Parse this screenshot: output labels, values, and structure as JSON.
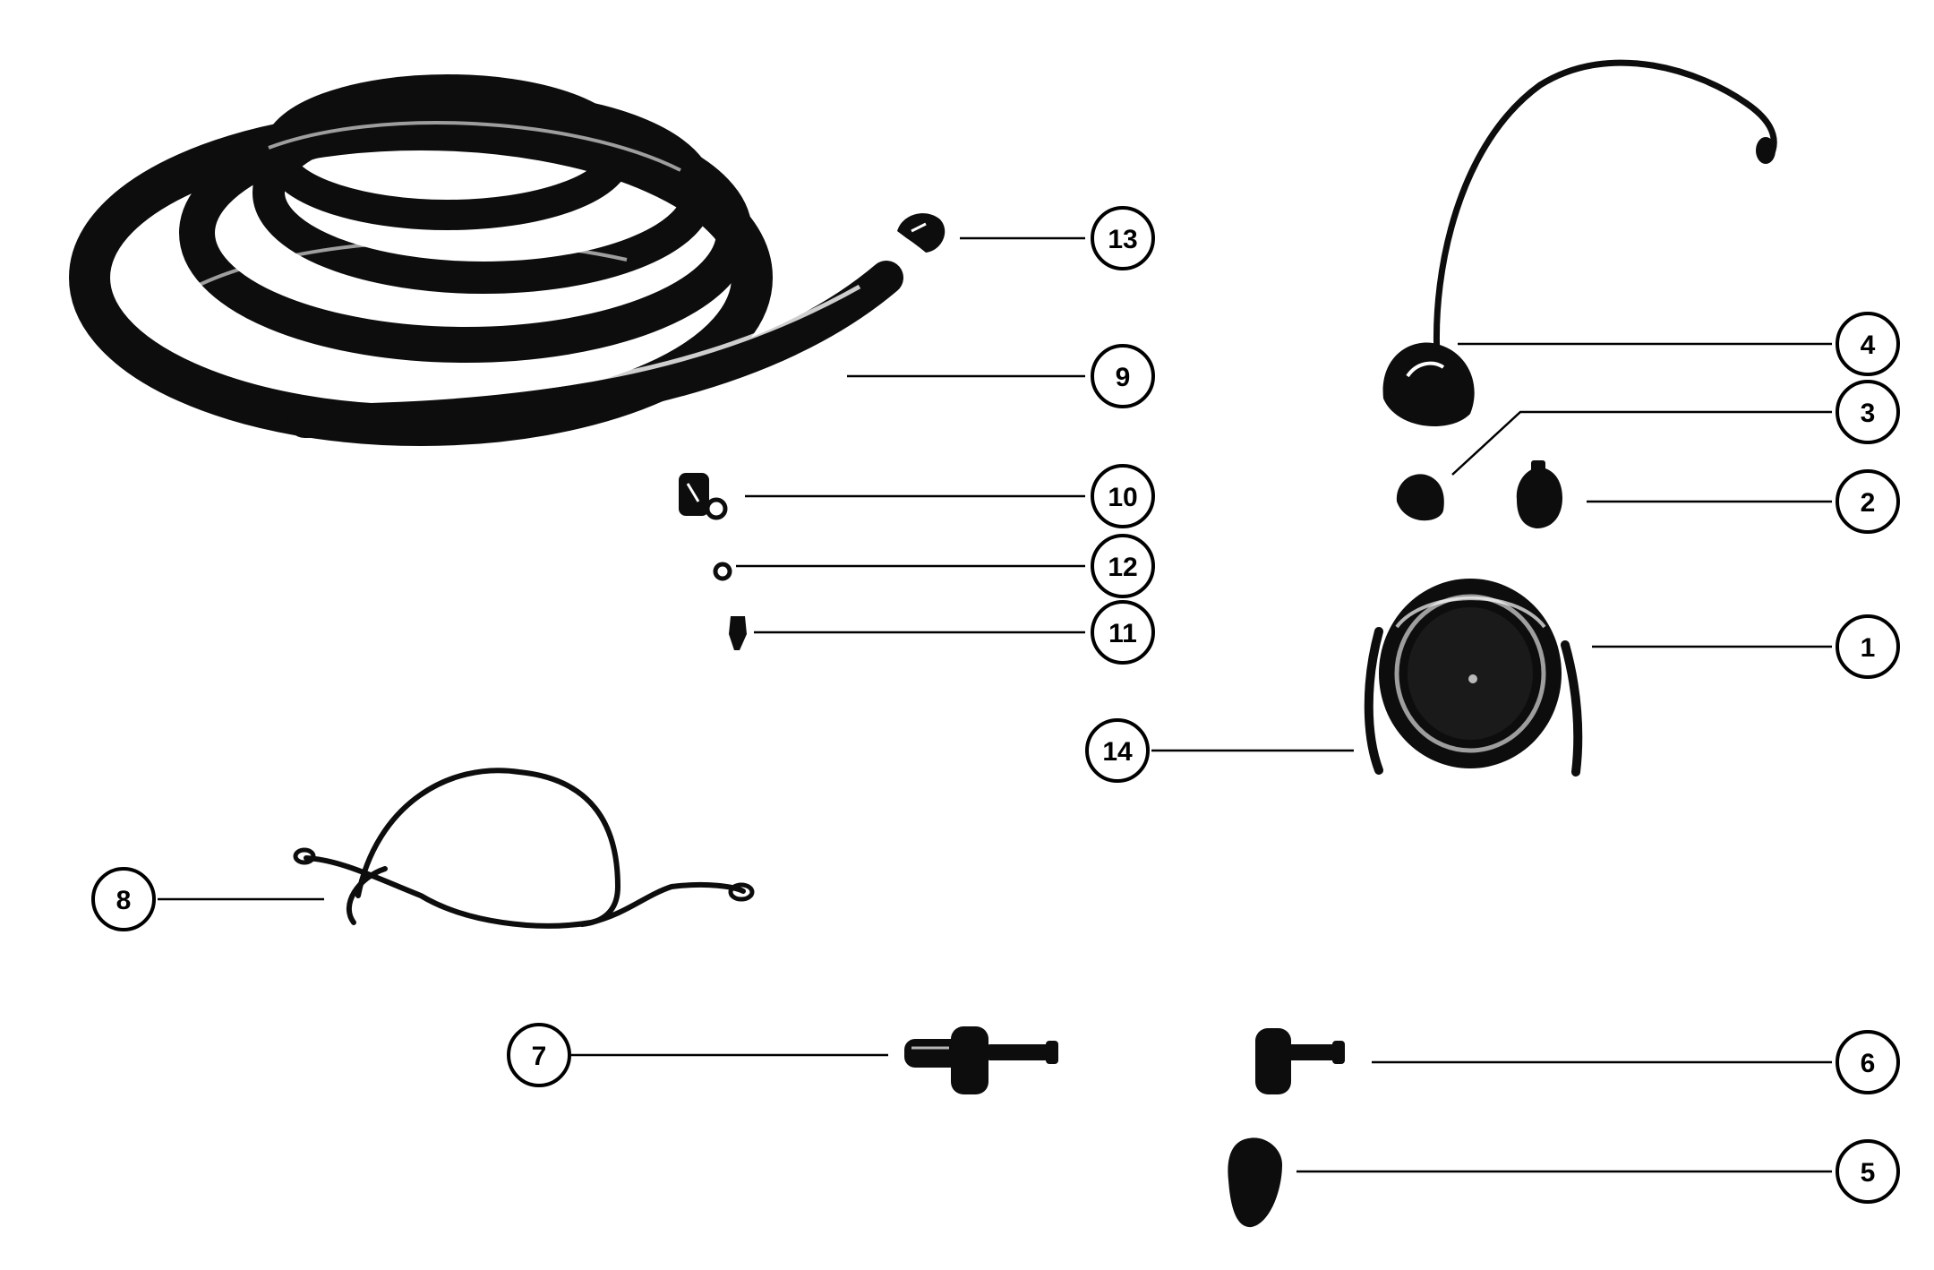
{
  "colors": {
    "background": "#ffffff",
    "ink": "#000000"
  },
  "callouts": {
    "c1": "1",
    "c2": "2",
    "c3": "3",
    "c4": "4",
    "c5": "5",
    "c6": "6",
    "c7": "7",
    "c8": "8",
    "c9": "9",
    "c10": "10",
    "c11": "11",
    "c12": "12",
    "c13": "13",
    "c14": "14"
  }
}
